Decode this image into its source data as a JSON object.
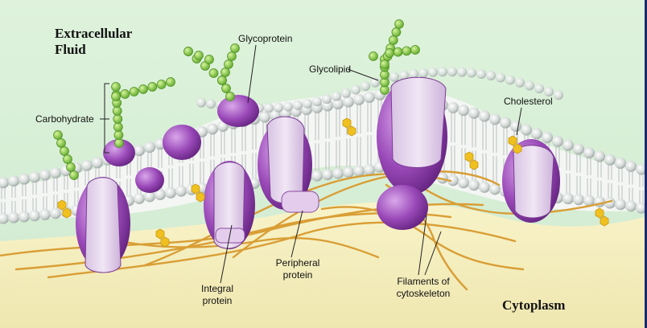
{
  "regions": {
    "extracellular": [
      "Extracellular",
      "Fluid"
    ],
    "cytoplasm": "Cytoplasm"
  },
  "labels": {
    "carbohydrate": "Carbohydrate",
    "glycoprotein": "Glycoprotein",
    "glycolipid": "Glycolipid",
    "cholesterol": "Cholesterol",
    "integral_protein": [
      "Integral",
      "protein"
    ],
    "peripheral_protein": [
      "Peripheral",
      "protein"
    ],
    "filaments": [
      "Filaments of",
      "cytoskeleton"
    ]
  },
  "colors": {
    "extracellular_bg": "#d9f0d3",
    "cytoplasm_bg": "#f5f0c0",
    "phospholipid_head": "#cfd6d4",
    "protein_dark": "#8a3aa8",
    "protein_light": "#e8d8ee",
    "carbohydrate_bead": "#8fd44a",
    "cholesterol": "#f0c020",
    "filament": "#d9a23a"
  }
}
